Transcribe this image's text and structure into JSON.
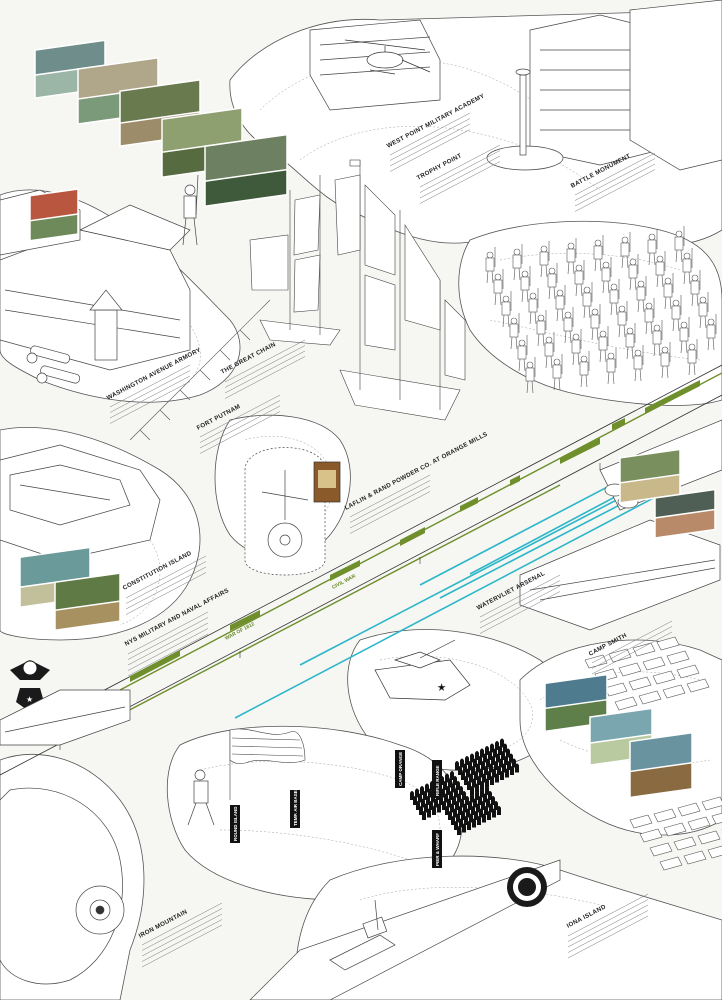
{
  "colors": {
    "background": "#f6f6f3",
    "line": "#3a3a3a",
    "contour": "#9a9a9a",
    "timeline_green": "#6f8f2c",
    "timeline_blue": "#2bb6c9",
    "block_black": "#111111"
  },
  "labels": {
    "west_point": "WEST POINT MILITARY ACADEMY",
    "trophy_point": "TROPHY POINT",
    "battle_monument": "BATTLE MONUMENT",
    "washington_armory": "WASHINGTON AVENUE ARMORY",
    "great_chain": "THE GREAT CHAIN",
    "fort_putnam": "FORT PUTNAM",
    "laflin_rand": "LAFLIN & RAND POWDER CO. AT ORANGE MILLS",
    "constitution_island": "CONSTITUTION ISLAND",
    "nys_military": "NYS MILITARY AND NAVAL AFFAIRS",
    "watervliet": "WATERVLIET ARSENAL",
    "camp_smith": "CAMP SMITH",
    "iron_mountain": "IRON MOUNTAIN",
    "iona_island": "IONA ISLAND"
  },
  "timeline_labels": {
    "war_1812": "WAR OF 1812",
    "civil_war": "CIVIL WAR"
  },
  "black_tags": [
    "ROUND ISLAND",
    "TEMP. AIR BASE",
    "CAMP ORANGE",
    "RIFLE RANGE",
    "PIER & WHARF"
  ],
  "icons": {
    "helicopter": "helicopter-icon",
    "tank": "tank-icon",
    "ship": "battleship-icon",
    "emblem": "military-emblem-icon",
    "navy_emblem": "navy-emblem-icon",
    "powder_can": "powder-can-icon",
    "bomb": "munitions-icon"
  }
}
